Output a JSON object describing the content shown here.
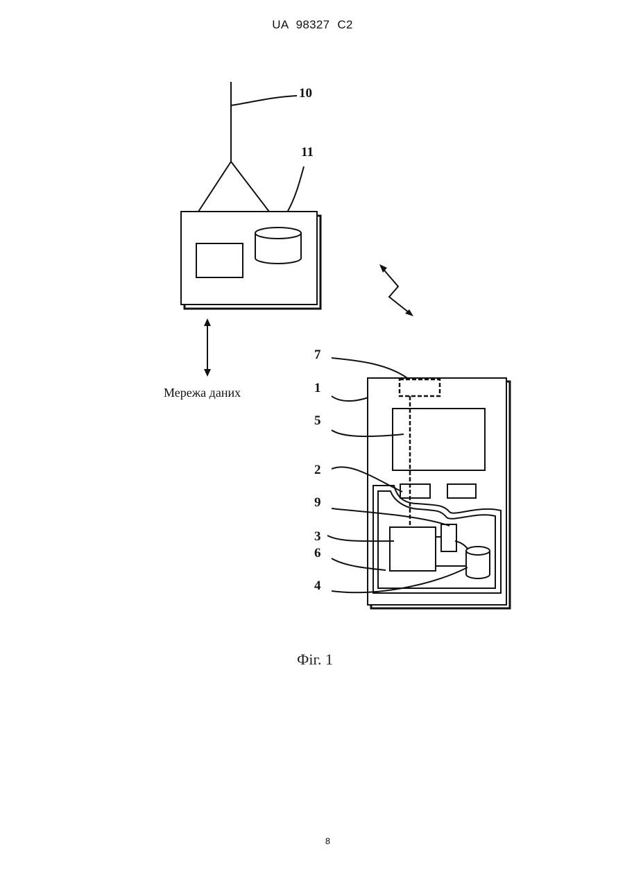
{
  "header": {
    "patent_number": "UA   98327   C2"
  },
  "figure": {
    "caption": "Фіг. 1",
    "network_label": "Мережа даних",
    "reference_numerals": {
      "antenna": "10",
      "base_station": "11",
      "module_interface": "7",
      "terminal": "1",
      "display": "5",
      "keys": "2",
      "link": "9",
      "processor": "3",
      "housing": "6",
      "memory": "4"
    }
  },
  "footer": {
    "page_number": "8"
  }
}
